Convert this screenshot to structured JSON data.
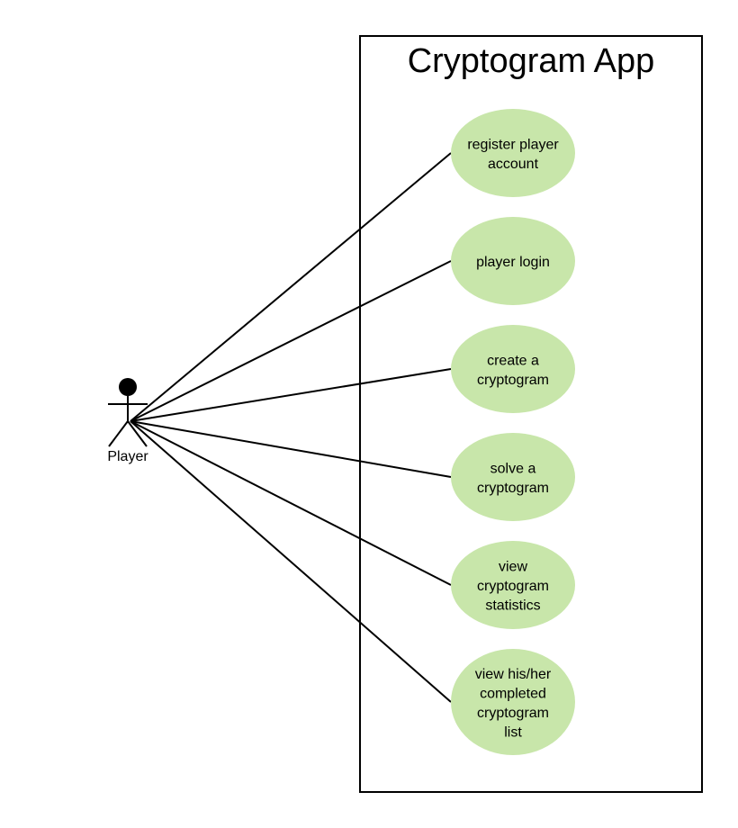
{
  "system": {
    "title": "Cryptogram App"
  },
  "actor": {
    "name": "Player"
  },
  "use_cases": [
    {
      "id": "register",
      "lines": [
        "register player",
        "account"
      ]
    },
    {
      "id": "login",
      "lines": [
        "player login"
      ]
    },
    {
      "id": "create",
      "lines": [
        "create a",
        "cryptogram"
      ]
    },
    {
      "id": "solve",
      "lines": [
        "solve a",
        "cryptogram"
      ]
    },
    {
      "id": "statistics",
      "lines": [
        "view",
        "cryptogram",
        "statistics"
      ]
    },
    {
      "id": "completed-list",
      "lines": [
        "view his/her",
        "completed",
        "cryptogram",
        "list"
      ]
    }
  ],
  "colors": {
    "use_case_fill": "#c8e6aa",
    "stroke": "#000000"
  }
}
